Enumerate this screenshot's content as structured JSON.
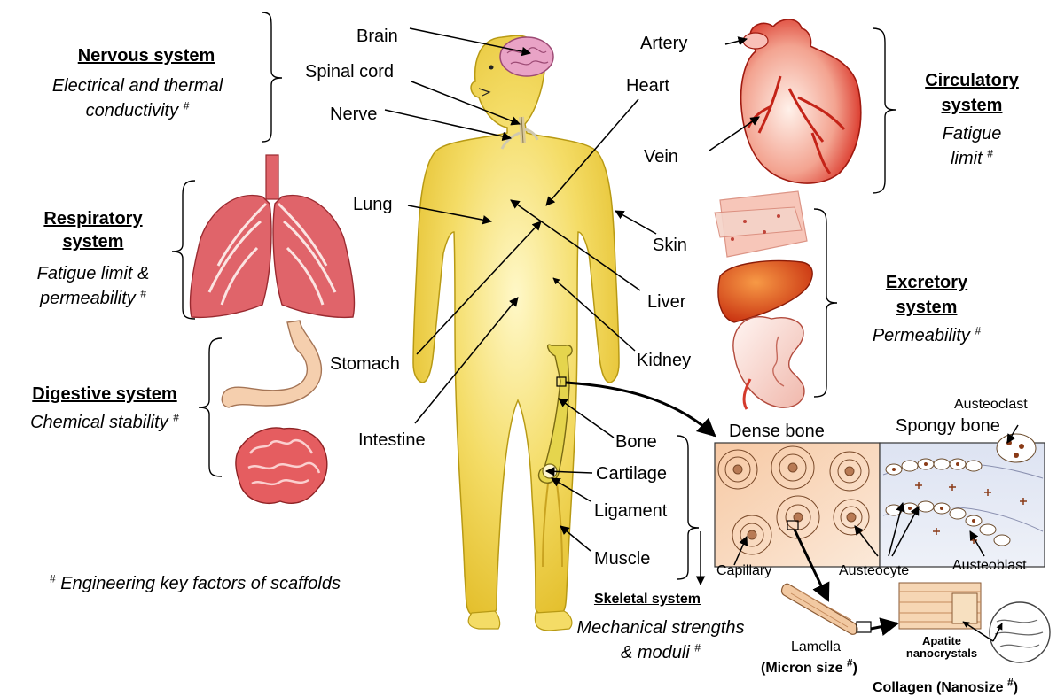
{
  "organs": {
    "brain": "Brain",
    "spinal_cord": "Spinal cord",
    "nerve": "Nerve",
    "heart": "Heart",
    "lung": "Lung",
    "skin": "Skin",
    "liver": "Liver",
    "kidney": "Kidney",
    "stomach": "Stomach",
    "intestine": "Intestine",
    "artery": "Artery",
    "vein": "Vein",
    "bone": "Bone",
    "cartilage": "Cartilage",
    "ligament": "Ligament",
    "muscle": "Muscle"
  },
  "systems": {
    "nervous": {
      "title": "Nervous system",
      "line1": "Electrical and thermal",
      "line2": "conductivity"
    },
    "respiratory": {
      "title1": "Respiratory",
      "title2": "system",
      "line1": "Fatigue limit &",
      "line2": "permeability"
    },
    "digestive": {
      "title": "Digestive system",
      "line1": "Chemical stability"
    },
    "circulatory": {
      "title1": "Circulatory",
      "title2": "system",
      "line1": "Fatigue",
      "line2": "limit"
    },
    "excretory": {
      "title1": "Excretory",
      "title2": "system",
      "line1": "Permeability"
    },
    "skeletal": {
      "title": "Skeletal system",
      "line1": "Mechanical strengths",
      "line2": "& moduli"
    }
  },
  "bone_detail": {
    "dense_bone": "Dense bone",
    "spongy_bone": "Spongy bone",
    "austeoclast": "Austeoclast",
    "austeocyte": "Austeocyte",
    "austeoblast": "Austeoblast",
    "capillary": "Capillary",
    "lamella": "Lamella",
    "micron_size": "(Micron size",
    "apatite1": "Apatite",
    "apatite2": "nanocrystals",
    "collagen": "Collagen (Nanosize"
  },
  "footnote": {
    "mark": "#",
    "text": "Engineering key factors of scaffolds"
  },
  "colors": {
    "body": "#f0d145",
    "body_edge": "#b89a14",
    "lung": "#e0646a",
    "heart": "#e03a2c",
    "liver": "#d64a18",
    "stomach": "#f5cfae",
    "intestine": "#e55d60",
    "brain": "#e9a3c6",
    "bone_yellow": "#e5d54d"
  }
}
